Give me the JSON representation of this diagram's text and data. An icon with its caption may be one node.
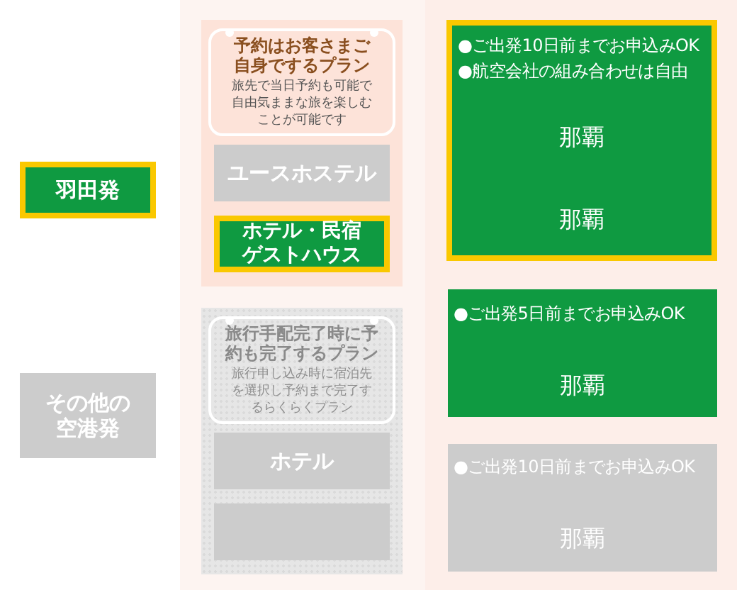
{
  "diagram": {
    "nodes": [
      {
        "text": [
          "羽田発"
        ]
      },
      {
        "text": [
          "その他の空港発"
        ]
      },
      {
        "text": [
          "予約はお客さまご自身でするプラン",
          "旅先で当日予約も可能で自由気ままな旅を楽しむことが可能です"
        ]
      },
      {
        "text": [
          "ユースホステル"
        ],
        "in": 2
      },
      {
        "text": [
          "ホテル・民宿ゲストハウス"
        ],
        "in": 2
      },
      {
        "text": [
          "旅行手配完了時に予約も完了するプラン",
          "旅行申し込み時に宿泊先を選択し予約まで完了するらくらくプラン"
        ]
      },
      {
        "text": [
          "ホテル"
        ],
        "in": 5
      },
      {
        "text": [],
        "shape": "box",
        "in": 5
      },
      {
        "text": [
          "●ご出発10日前までお申込みOK",
          "●航空会社の組み合わせは自由",
          "那覇",
          "那覇"
        ]
      },
      {
        "text": [
          "●ご出発5日前までお申込みOK",
          "那覇"
        ]
      },
      {
        "text": [
          "●ご出発10日前までお申込みOK",
          "那覇"
        ]
      }
    ]
  }
}
